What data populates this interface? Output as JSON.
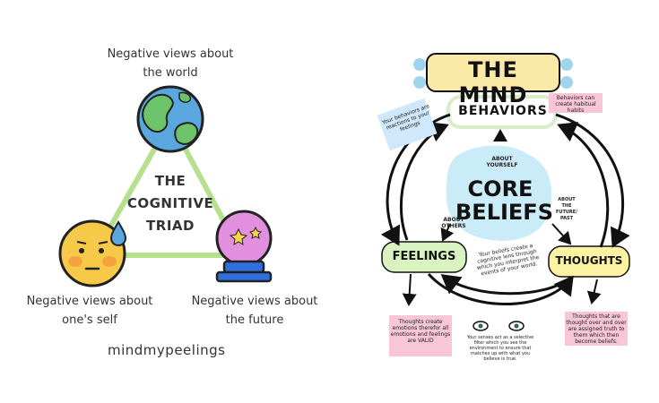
{
  "triad": {
    "title_line1": "THE",
    "title_line2": "COGNITIVE",
    "title_line3": "TRIAD",
    "top_caption_line1": "Negative views about",
    "top_caption_line2": "the world",
    "left_caption_line1": "Negative views about",
    "left_caption_line2": "one's self",
    "right_caption_line1": "Negative views about",
    "right_caption_line2": "the future",
    "brand": "mindmypeelings",
    "icons": [
      "globe-icon",
      "worried-face-icon",
      "crystal-ball-icon"
    ],
    "colors": {
      "triangle": "#b7e08e",
      "globe_water": "#5aa7e0",
      "globe_land": "#6cc36a",
      "face": "#f7c948",
      "ball": "#e38fe0",
      "ball_base": "#2f6fe0"
    }
  },
  "mind": {
    "title": "THE MIND",
    "behaviors": "BEHAVIORS",
    "core_line1": "CORE",
    "core_line2": "BELIEFS",
    "feelings": "FEELINGS",
    "thoughts": "THOUGHTS",
    "about_yourself": "ABOUT YOURSELF",
    "about_others": "ABOUT OTHERS",
    "about_future_past": "ABOUT THE FUTURE/ PAST",
    "note_behaviors_left": "Your behaviors are reactions to your feelings",
    "note_behaviors_right": "Behaviors can create habitual habits",
    "note_core": "Your beliefs create a cognitive lens through which you interpret the events of your world.",
    "note_feelings": "Thoughts create emotions therefor all emotions and feelings are VALID",
    "note_senses": "Your senses act as a selective filter which you see the environment to ensure that matches up with what you believe is true.",
    "note_thoughts": "Thoughts that are thought over and over are assigned truth to them which then become beliefs.",
    "colors": {
      "title_bg": "#fbe9a8",
      "title_dots": "#9fd6ee",
      "core_bg": "#c9ecf8",
      "feelings_bg": "#d8f3c0",
      "thoughts_bg": "#fbf3a2",
      "note_pink": "#f8c6d6",
      "note_blue": "#cfe8fb"
    }
  }
}
